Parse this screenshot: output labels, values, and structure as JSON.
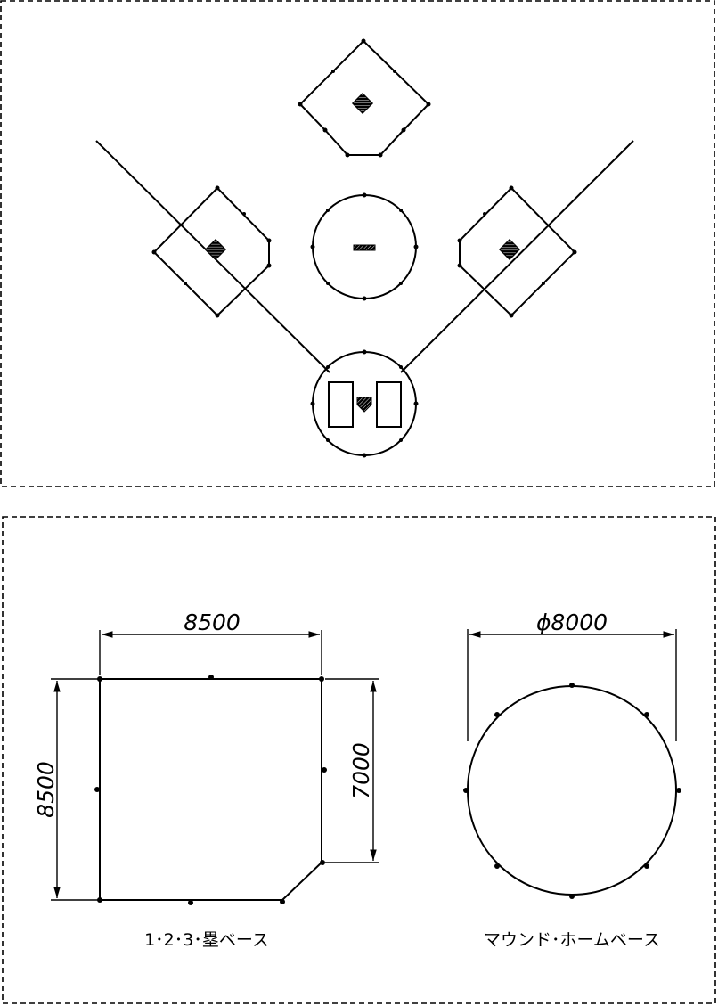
{
  "top_panel": {
    "field_parts": [
      "first-base",
      "second-base",
      "third-base",
      "pitchers-mound",
      "home-plate-area"
    ]
  },
  "bottom_panel": {
    "base_detail": {
      "width_dim": "8500",
      "height_dim": "8500",
      "side_dim": "7000",
      "caption": "1･2･3･塁ベース"
    },
    "circle_detail": {
      "diameter_dim": "ϕ8000",
      "caption": "マウンド･ホームベース"
    }
  }
}
